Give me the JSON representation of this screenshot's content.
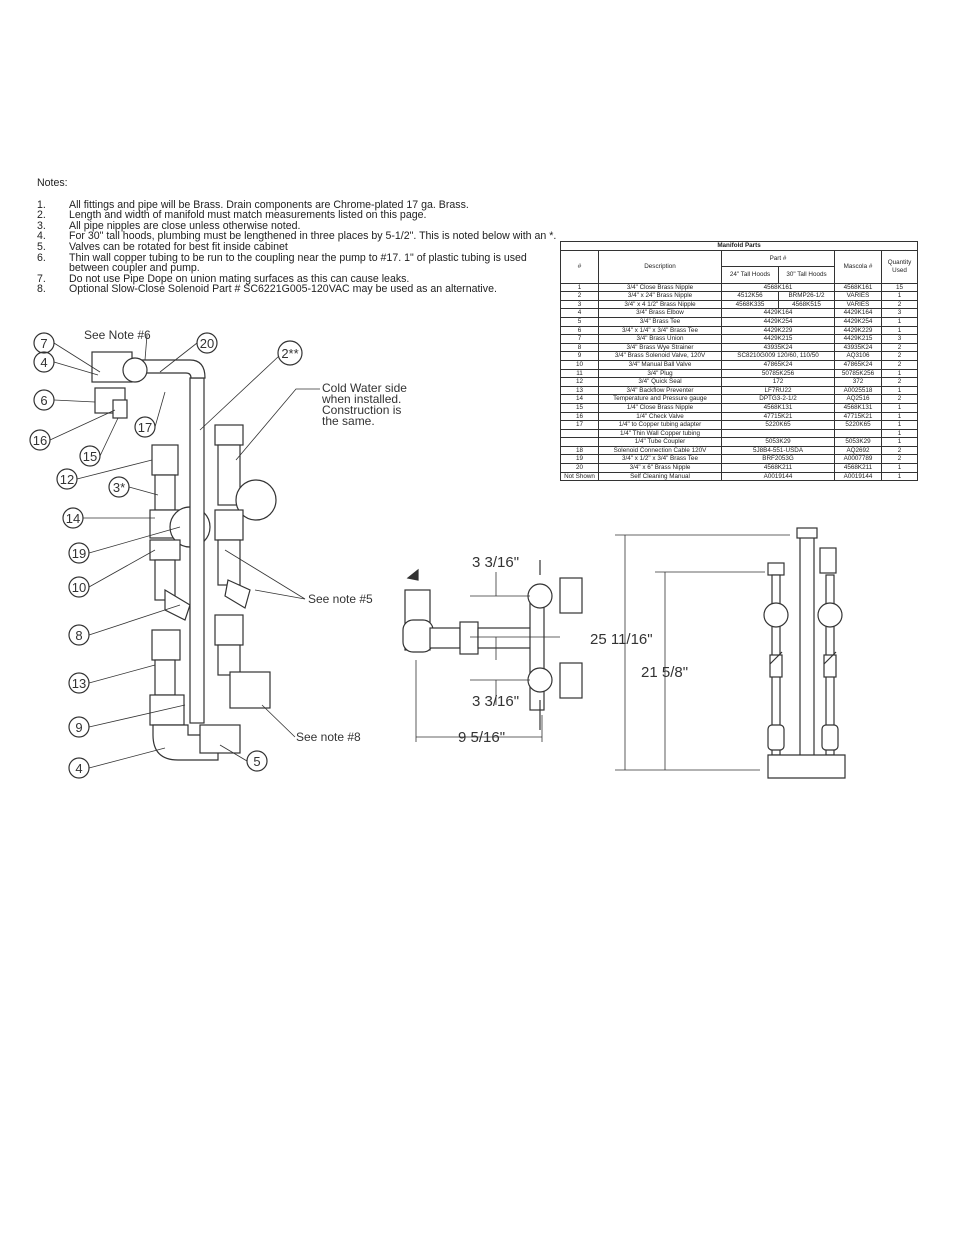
{
  "notes": {
    "heading": "Notes:",
    "items": [
      {
        "num": "1.",
        "text": "All fittings and pipe will be Brass.  Drain components are Chrome-plated 17 ga. Brass."
      },
      {
        "num": "2.",
        "text": "Length and width of manifold must match measurements listed on this page."
      },
      {
        "num": "3.",
        "text": "All pipe nipples are close unless otherwise noted."
      },
      {
        "num": "4.",
        "text": "For 30\" tall hoods, plumbing must be lengthened in three places by 5-1/2\".  This is noted below with an *."
      },
      {
        "num": "5.",
        "text": "Valves can be rotated for best fit inside cabinet"
      },
      {
        "num": "6.",
        "text": "Thin wall copper tubing to be run to the coupling near the pump to #17.  1\" of plastic tubing is used between coupler and pump."
      },
      {
        "num": "7.",
        "text": "Do not use Pipe Dope on union mating surfaces as this can cause leaks."
      },
      {
        "num": "8.",
        "text": "Optional Slow-Close Solenoid Part # SC6221G005-120VAC may be used as an alternative."
      }
    ]
  },
  "table": {
    "title": "Manifold Parts",
    "headers": {
      "num": "#",
      "description": "Description",
      "part": "Part #",
      "part24": "24\" Tall Hoods",
      "part30": "30\" Tall Hoods",
      "mascola": "Mascola #",
      "qty": "Quantity Used"
    },
    "rows": [
      [
        "1",
        "3/4\" Close Brass Nipple",
        "4568K161",
        "",
        "4568K161",
        "15"
      ],
      [
        "2",
        "3/4\" x 24\" Brass Nipple",
        "4512K56",
        "BRMP26-1/2",
        "VARIES",
        "1"
      ],
      [
        "3",
        "3/4\" x 4 1/2\" Brass Nipple",
        "4568K335",
        "4568K515",
        "VARIES",
        "2"
      ],
      [
        "4",
        "3/4\" Brass Elbow",
        "4429K164",
        "",
        "4429K164",
        "3"
      ],
      [
        "5",
        "3/4\" Brass Tee",
        "4429K254",
        "",
        "4429K254",
        "1"
      ],
      [
        "6",
        "3/4\" x 1/4\" x 3/4\" Brass Tee",
        "4429K229",
        "",
        "4429K229",
        "1"
      ],
      [
        "7",
        "3/4\" Brass Union",
        "4429K215",
        "",
        "4429K215",
        "3"
      ],
      [
        "8",
        "3/4\" Brass Wye Strainer",
        "43935K24",
        "",
        "43935K24",
        "2"
      ],
      [
        "9",
        "3/4\" Brass Solenoid Valve, 120V",
        "SC8210G009 120/60, 110/50",
        "",
        "AQ3106",
        "2"
      ],
      [
        "10",
        "3/4\" Manual Ball Valve",
        "47865K24",
        "",
        "47865K24",
        "2"
      ],
      [
        "11",
        "3/4\" Plug",
        "50785K256",
        "",
        "50785K256",
        "1"
      ],
      [
        "12",
        "3/4\" Quick Seal",
        "172",
        "",
        "372",
        "2"
      ],
      [
        "13",
        "3/4\" Backflow Preventer",
        "LF7RU22",
        "",
        "A0025518",
        "1"
      ],
      [
        "14",
        "Temperature and Pressure gauge",
        "DPTG3-2-1/2",
        "",
        "AQ2516",
        "2"
      ],
      [
        "15",
        "1/4\" Close Brass Nipple",
        "4568K131",
        "",
        "4568K131",
        "1"
      ],
      [
        "16",
        "1/4\" Check Valve",
        "47715K21",
        "",
        "47715K21",
        "1"
      ],
      [
        "17",
        "1/4\" to Copper tubing adapter",
        "5220K65",
        "",
        "5220K65",
        "1"
      ],
      [
        "",
        "1/4\" Thin Wall Copper tubing",
        "",
        "",
        "",
        "1"
      ],
      [
        "",
        "1/4\" Tube Coupler",
        "5053K29",
        "",
        "5053K29",
        "1"
      ],
      [
        "18",
        "Solenoid Connection Cable 120V",
        "5J8B4-551-USDA",
        "",
        "AQ2692",
        "2"
      ],
      [
        "19",
        "3/4\" x 1/2\" x 3/4\" Brass Tee",
        "BRF2053G",
        "",
        "A0007789",
        "2"
      ],
      [
        "20",
        "3/4\" x 6\" Brass Nipple",
        "4568K211",
        "",
        "4568K211",
        "1"
      ],
      [
        "Not Shown",
        "Self Cleaning Manual",
        "A0019144",
        "",
        "A0019144",
        "1"
      ]
    ]
  },
  "iso": {
    "callouts": [
      "7",
      "4",
      "6",
      "16",
      "15",
      "17",
      "20",
      "2**",
      "12",
      "3*",
      "14",
      "19",
      "10",
      "8",
      "13",
      "9",
      "4",
      "5"
    ],
    "see_note_6": "See Note #6",
    "cold_water": [
      "Cold Water side",
      "when installed.",
      "Construction is",
      "the same."
    ],
    "see_note_5": "See note #5",
    "see_note_8": "See note #8"
  },
  "dims": {
    "top_gap": "3 3/16\"",
    "bottom_gap": "3 3/16\"",
    "width": "9 5/16\"",
    "height_total": "25 11/16\"",
    "height_inner": "21 5/8\""
  }
}
